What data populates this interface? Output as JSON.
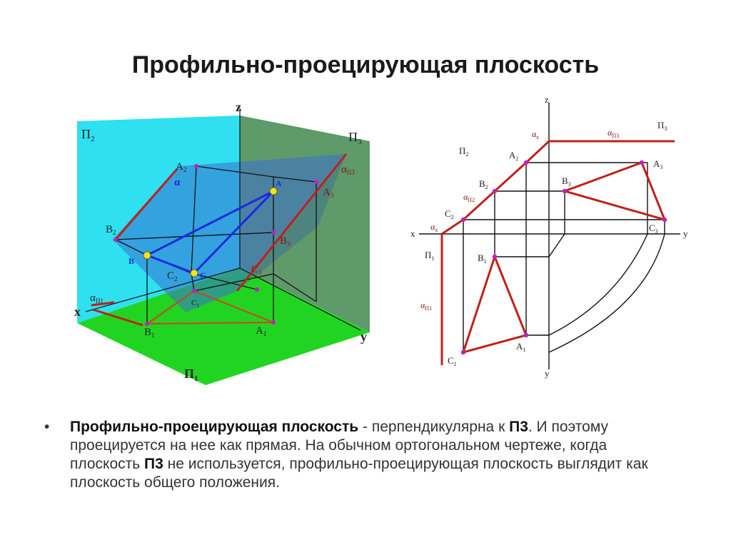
{
  "slide": {
    "title": "Профильно-проецирующая плоскость"
  },
  "figure3d": {
    "plane_labels": {
      "p2": "П",
      "p2_sub": "2",
      "p3": "П",
      "p3_sub": "3",
      "p1": "П",
      "p1_sub": "1"
    },
    "axis_labels": {
      "z": "z",
      "x": "x",
      "y": "y"
    },
    "point_labels": {
      "a2": "A",
      "a2_sub": "2",
      "b2": "B",
      "b2_sub": "2",
      "c2": "C",
      "c2_sub": "2",
      "a3": "A",
      "a3_sub": "3",
      "b3": "B",
      "b3_sub": "3",
      "c3": "C",
      "c3_sub": "3",
      "a1": "A",
      "a1_sub": "1",
      "b1": "B",
      "b1_sub": "1",
      "c1": "C",
      "c1_sub": "1",
      "alpha": "α",
      "alpha_p3": "α",
      "alpha_p3_sub": "П3",
      "alpha_p1": "α",
      "alpha_p1_sub": "П1",
      "blue_a": "A",
      "blue_b": "B",
      "blue_c": "C"
    },
    "colors": {
      "p2": "#2ee0f0",
      "p3": "#5f9a6a",
      "p1": "#22d422",
      "plane": "#3a7fd0",
      "red": "#c0201a",
      "blue": "#1a2adf"
    }
  },
  "epure": {
    "axis_labels": {
      "z": "z",
      "x": "x",
      "y_right": "y",
      "y_bottom": "y"
    },
    "plane_labels": {
      "p3": "П",
      "p3_sub": "3",
      "p2": "П",
      "p2_sub": "2",
      "p1": "П",
      "p1_sub": "1"
    },
    "trace_labels": {
      "az": "α",
      "az_sub": "z",
      "ap3": "α",
      "ap3_sub": "П3",
      "ap2": "α",
      "ap2_sub": "П2",
      "ax": "α",
      "ax_sub": "x",
      "ap1": "α",
      "ap1_sub": "П1"
    },
    "point_labels": {
      "a2": "A",
      "a2_sub": "2",
      "b2": "B",
      "b2_sub": "2",
      "c2": "C",
      "c2_sub": "2",
      "a3": "A",
      "a3_sub": "3",
      "b3": "B",
      "b3_sub": "3",
      "c3": "C",
      "c3_sub": "3",
      "a1": "A",
      "a1_sub": "1",
      "b1": "B",
      "b1_sub": "1",
      "c1": "C",
      "c1_sub": "1"
    },
    "colors": {
      "red": "#c0201a",
      "point": "#c020c0",
      "line": "#111111"
    }
  },
  "bullet": {
    "term": "Профильно-проецирующая плоскость",
    "text1": " - перпендикулярна к ",
    "p3_a": "П3",
    "text2": ". И поэтому проецируется на нее как прямая. На обычном ортогональном чертеже, когда плоскость ",
    "p3_b": "П3",
    "text3": " не используется, профильно-проецирующая плоскость выглядит как плоскость общего положения."
  }
}
